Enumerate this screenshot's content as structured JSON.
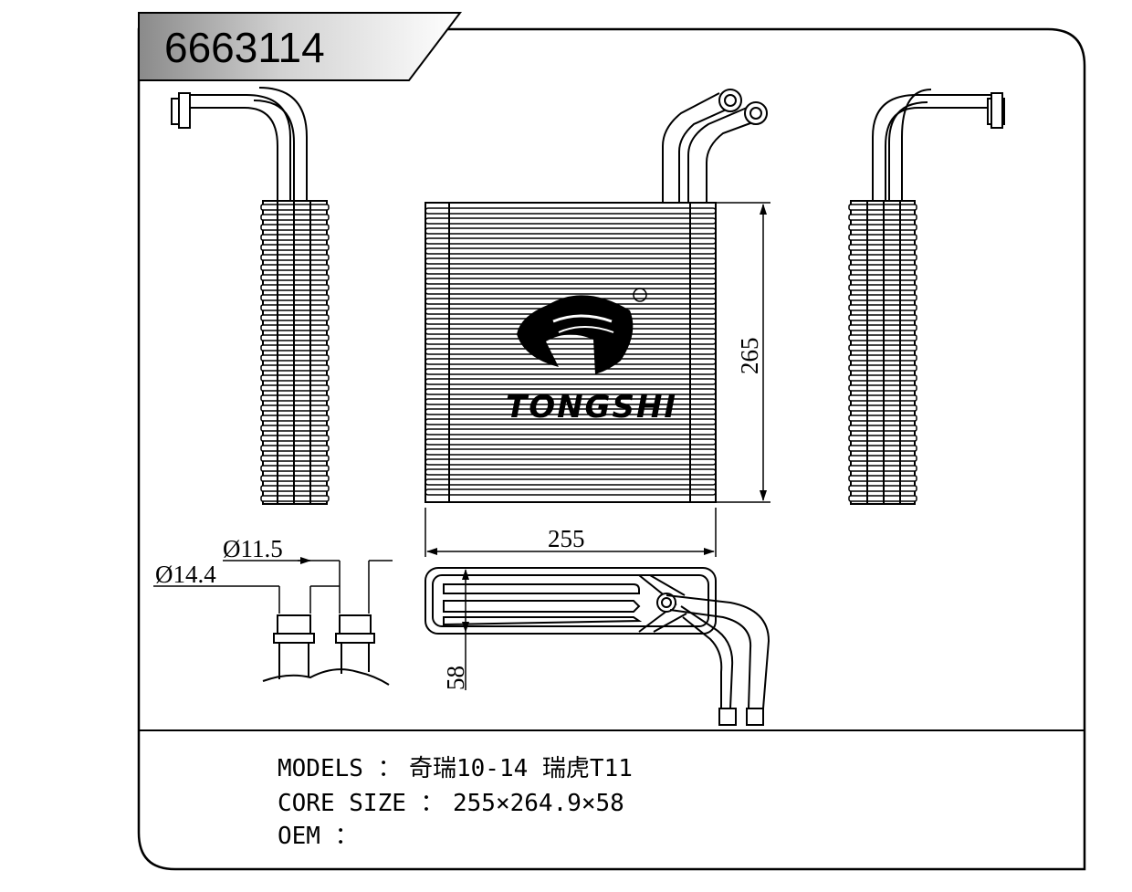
{
  "title": {
    "part_number": "6663114"
  },
  "brand": {
    "logo_text": "TONGSHI"
  },
  "dimensions": {
    "height_label": "265",
    "width_label": "255",
    "depth_label": "58",
    "pipe_small_label": "Ø11.5",
    "pipe_large_label": "Ø14.4"
  },
  "specs": {
    "models_label": "MODELS ：",
    "models_value": "奇瑞10-14 瑞虎T11",
    "core_size_label": "CORE SIZE ：",
    "core_size_value": "255×264.9×58",
    "oem_label": "OEM ：",
    "oem_value": ""
  }
}
